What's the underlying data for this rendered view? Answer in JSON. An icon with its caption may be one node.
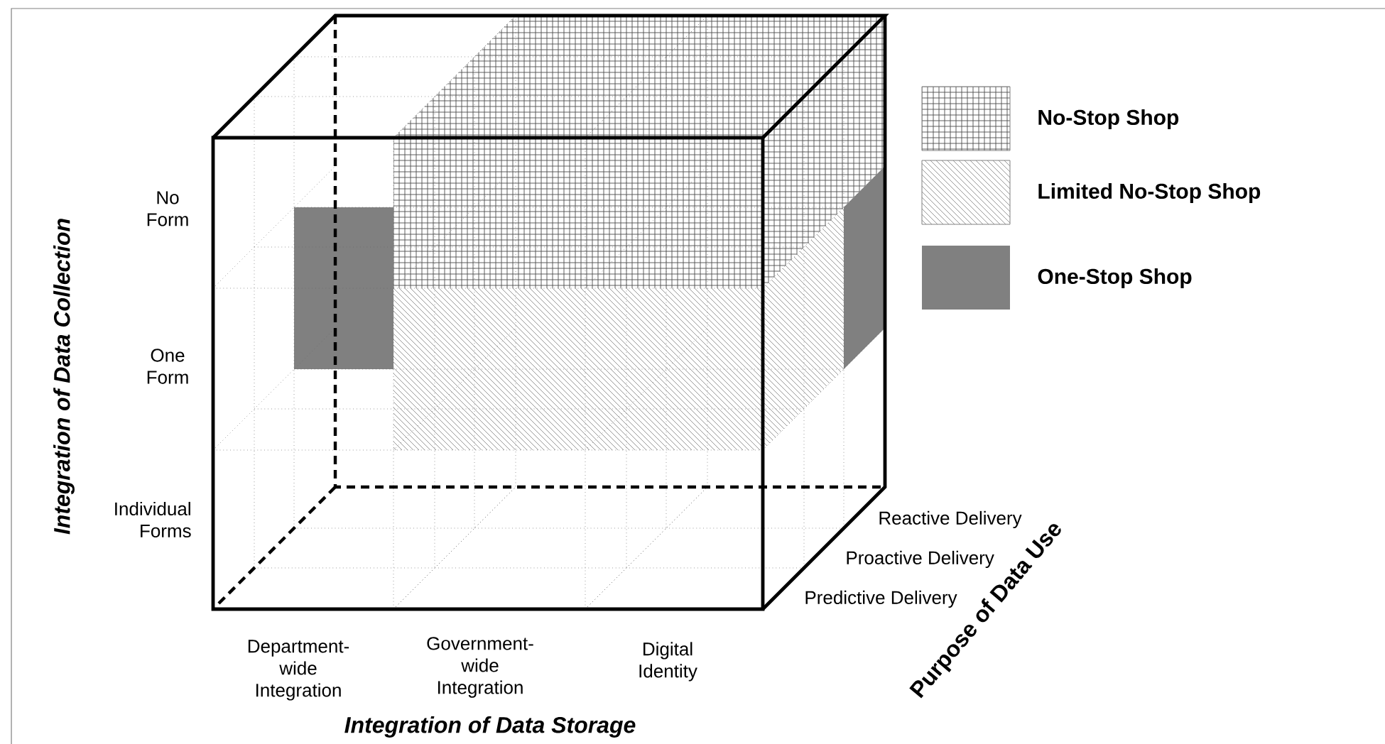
{
  "diagram": {
    "labels": [
      "Integration of Data Collection",
      "No Form",
      "One Form",
      "Individual Forms",
      "Department-wide Integration",
      "Government-wide Integration",
      "Digital Identity",
      "Integration of Data Storage",
      "Reactive Delivery",
      "Proactive Delivery",
      "Predictive Delivery",
      "Purpose of Data Use"
    ],
    "legend": [
      {
        "text": "No-Stop Shop"
      },
      {
        "text": "Limited No-Stop Shop"
      },
      {
        "text": "One-Stop Shop",
        "color": "#808080"
      }
    ]
  }
}
